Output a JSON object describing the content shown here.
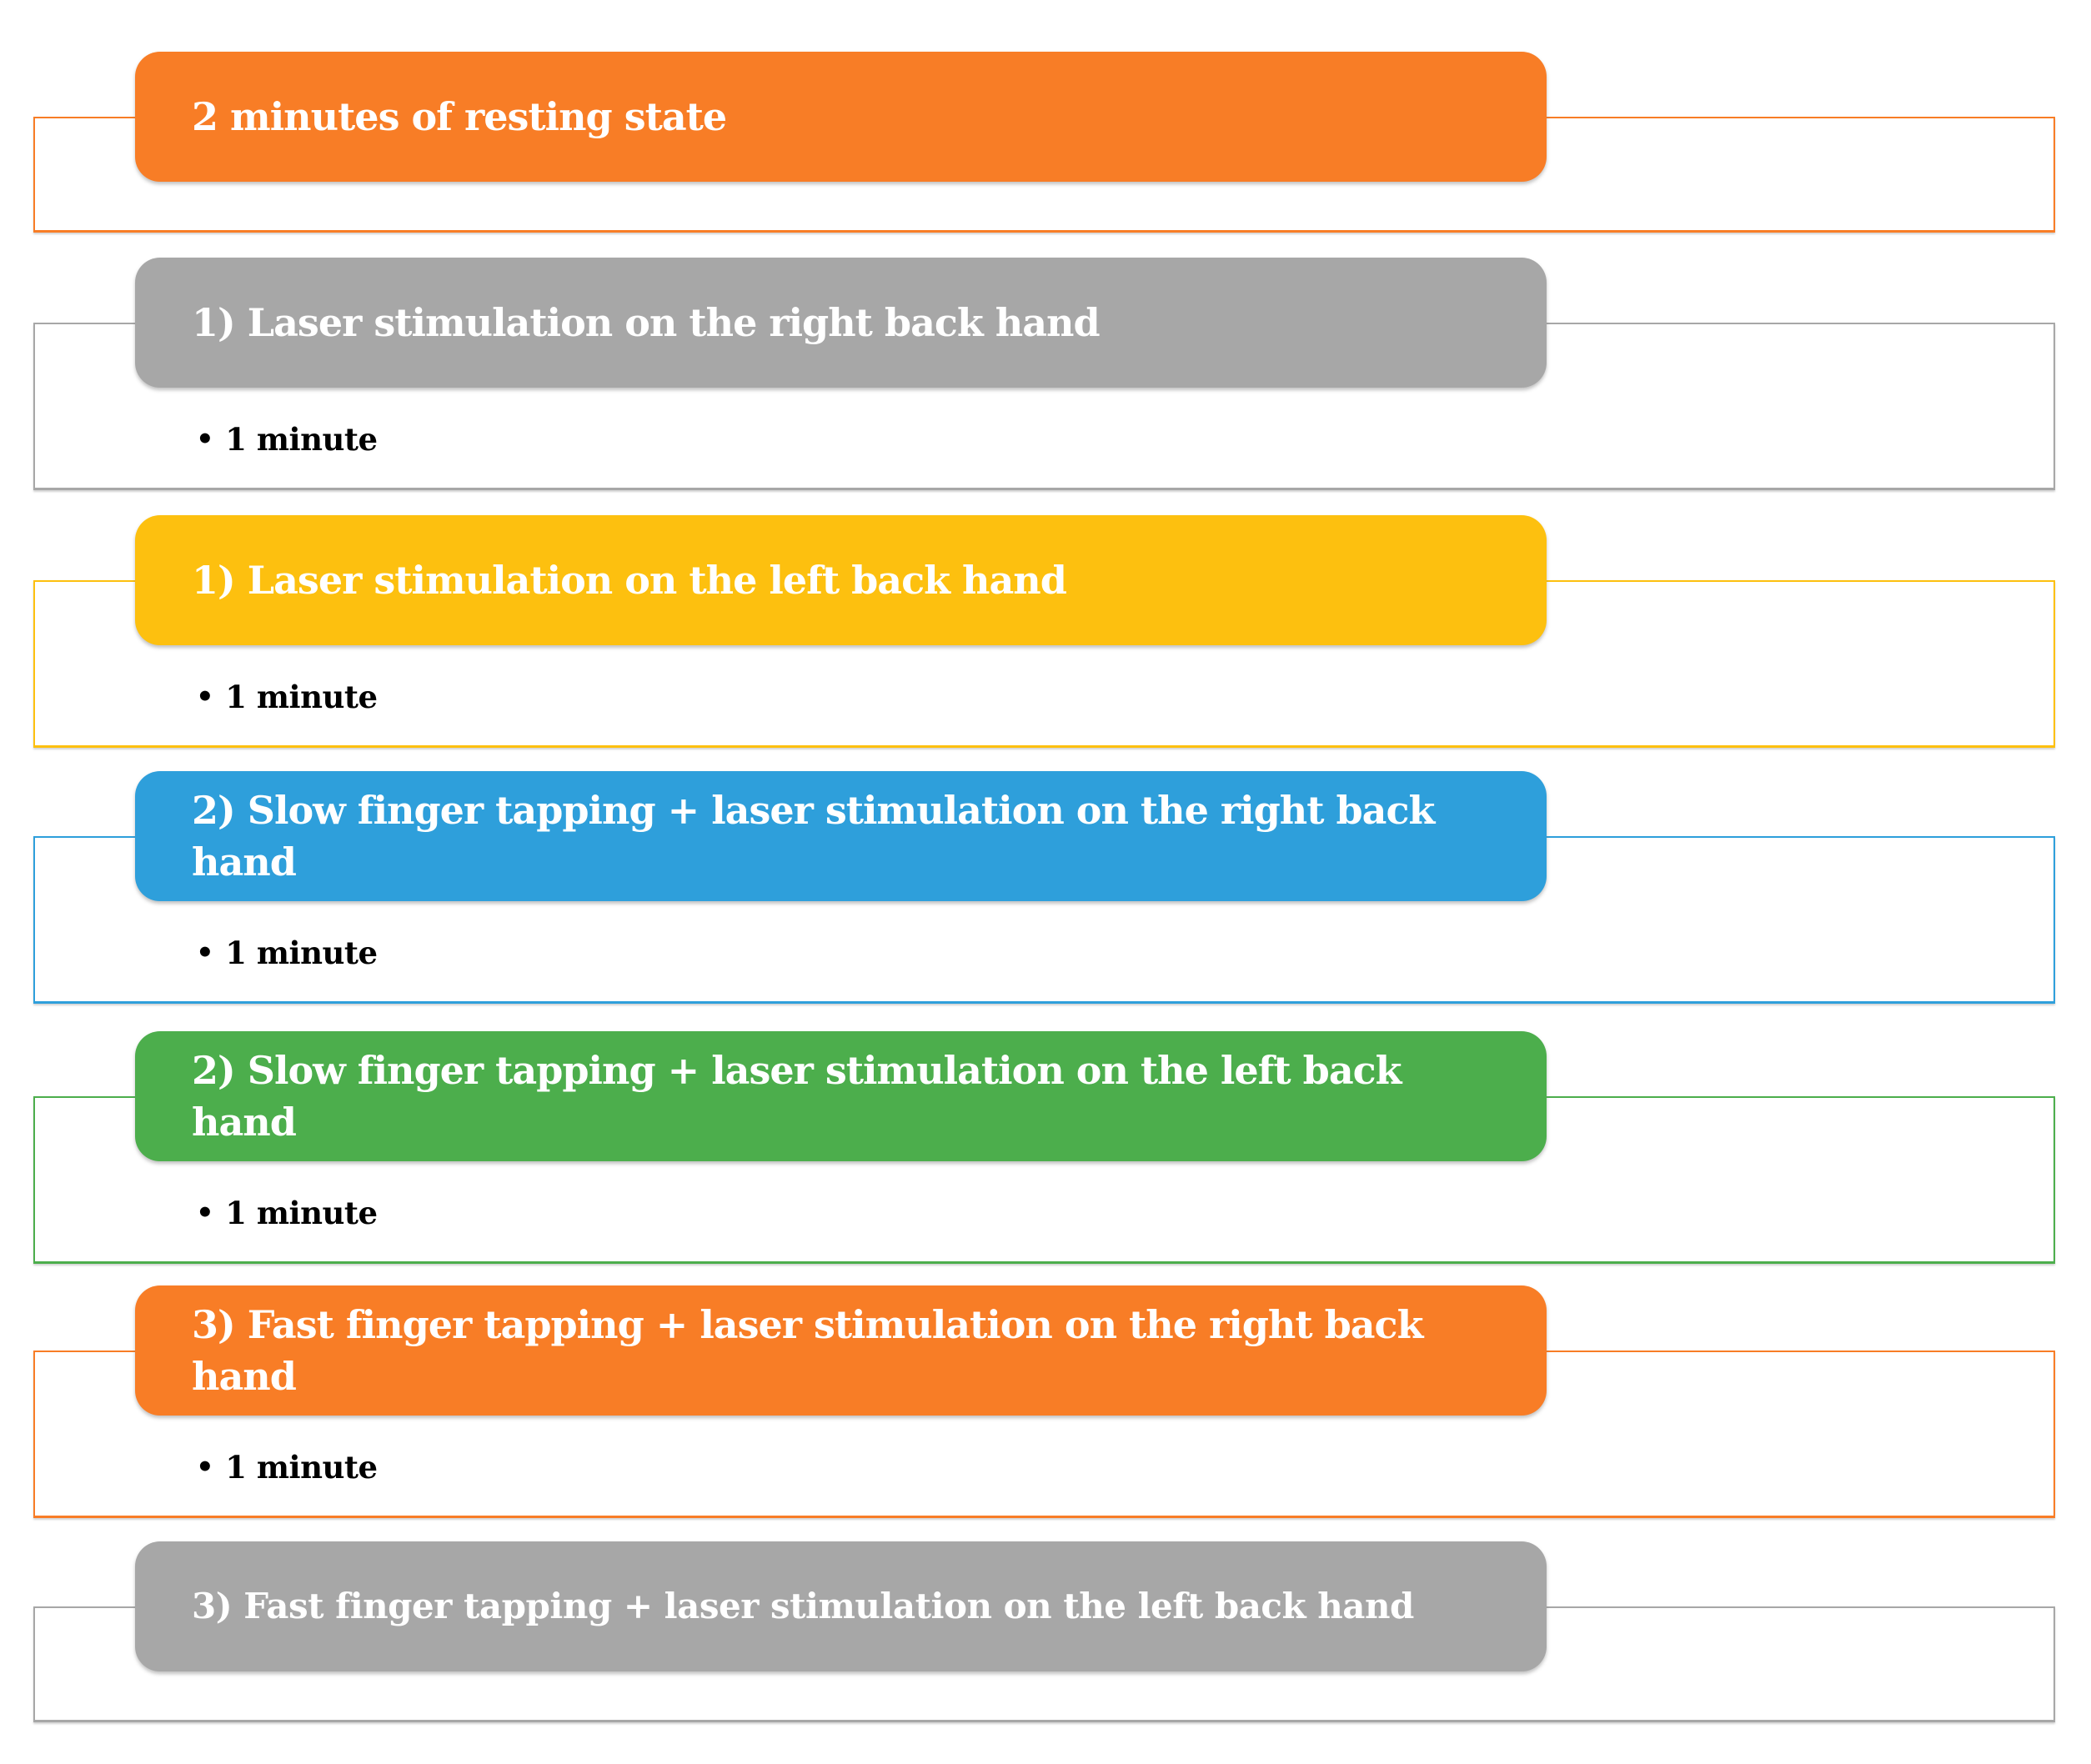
{
  "diagram": {
    "type": "vertical-block-list",
    "description_visible_text_only": true,
    "bullet_glyph": "•",
    "items": [
      {
        "heading_line1": "2 minutes of resting state",
        "heading_line2": "",
        "bullet": "",
        "color_name": "orange",
        "fill": "#F87D26"
      },
      {
        "heading_line1": "1) Laser stimulation on the right back hand",
        "heading_line2": "",
        "bullet": "1 minute",
        "color_name": "gray",
        "fill": "#A7A7A7"
      },
      {
        "heading_line1": "1) Laser stimulation on the left back hand",
        "heading_line2": "",
        "bullet": "1 minute",
        "color_name": "yellow",
        "fill": "#FDC00F"
      },
      {
        "heading_line1": "2) Slow finger tapping + laser stimulation on the right back",
        "heading_line2": "hand",
        "bullet": "1 minute",
        "color_name": "blue",
        "fill": "#2E9FDB"
      },
      {
        "heading_line1": "2) Slow finger tapping + laser stimulation on the left back",
        "heading_line2": "hand",
        "bullet": "1 minute",
        "color_name": "green",
        "fill": "#4CAE4C"
      },
      {
        "heading_line1": "3) Fast finger tapping + laser stimulation on the right back",
        "heading_line2": "hand",
        "bullet": "1 minute",
        "color_name": "orange",
        "fill": "#F87D26"
      },
      {
        "heading_line1": "3) Fast finger tapping + laser stimulation on the left back hand",
        "heading_line2": "",
        "bullet": "",
        "color_name": "gray",
        "fill": "#A7A7A7"
      }
    ]
  },
  "colors": {
    "orange": "#F87D26",
    "gray": "#A7A7A7",
    "yellow": "#FDC00F",
    "blue": "#2E9FDB",
    "green": "#4CAE4C",
    "heading_text": "#FFFFFF",
    "bullet_text": "#000000",
    "background": "#FFFFFF"
  }
}
